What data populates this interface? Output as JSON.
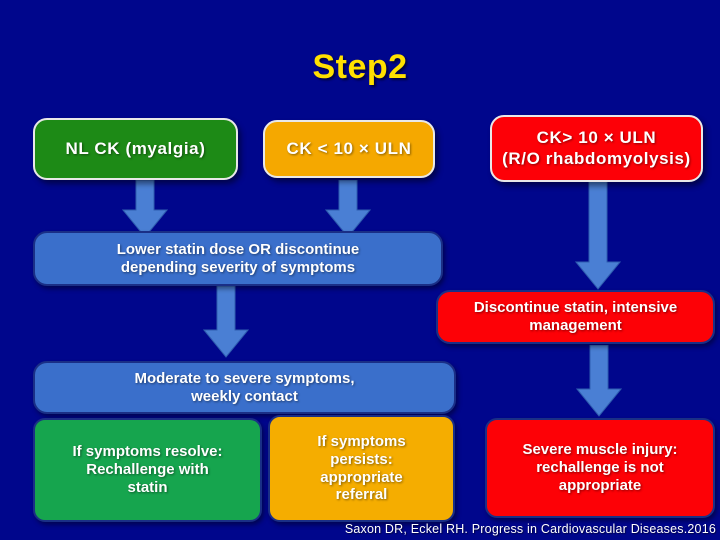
{
  "slide": {
    "title": "Step2",
    "background_color": "#00068c",
    "title_color": "#ffe000"
  },
  "top_row": [
    {
      "name": "nl-ck-myalgia",
      "label": "NL CK (myalgia)",
      "color": "#1d8a16"
    },
    {
      "name": "ck-less-than-10-uln",
      "label": "CK < 10 × ULN",
      "color": "#f5a800"
    },
    {
      "name": "ck-greater-than-10-uln",
      "line1": "CK> 10 × ULN",
      "line2": "(R/O rhabdomyolysis)",
      "color": "#fd0007"
    }
  ],
  "flow": {
    "lower_statin": {
      "line1": "Lower statin dose OR discontinue",
      "line2": "depending severity of symptoms",
      "color": "#3a6fcb"
    },
    "discontinue_statin": {
      "line1": "Discontinue statin, intensive",
      "line2": "management",
      "color": "#fd0106"
    },
    "moderate_severe": {
      "line1": "Moderate to severe symptoms,",
      "line2": "weekly contact",
      "color": "#3a6fcb"
    }
  },
  "outcomes": [
    {
      "name": "symptoms-resolve",
      "line1": "If symptoms resolve:",
      "line2": "Rechallenge with",
      "line3": "statin",
      "color": "#16a54e"
    },
    {
      "name": "symptoms-persist",
      "line1": "If symptoms",
      "line2": "persists:",
      "line3": "appropriate",
      "line4": "referral",
      "color": "#f5ad00"
    },
    {
      "name": "severe-muscle-injury",
      "line1": "Severe muscle injury:",
      "line2": "rechallenge is not",
      "line3": "appropriate",
      "color": "#fd0106"
    }
  ],
  "arrows": {
    "color": "#4a7fd4",
    "items": [
      {
        "name": "arrow-nl-ck-to-lower-statin"
      },
      {
        "name": "arrow-ck-low-to-lower-statin"
      },
      {
        "name": "arrow-ck-high-to-discontinue"
      },
      {
        "name": "arrow-lower-statin-to-moderate"
      },
      {
        "name": "arrow-discontinue-to-severe-injury"
      }
    ]
  },
  "citation": "Saxon DR, Eckel RH. Progress in Cardiovascular Diseases.2016"
}
